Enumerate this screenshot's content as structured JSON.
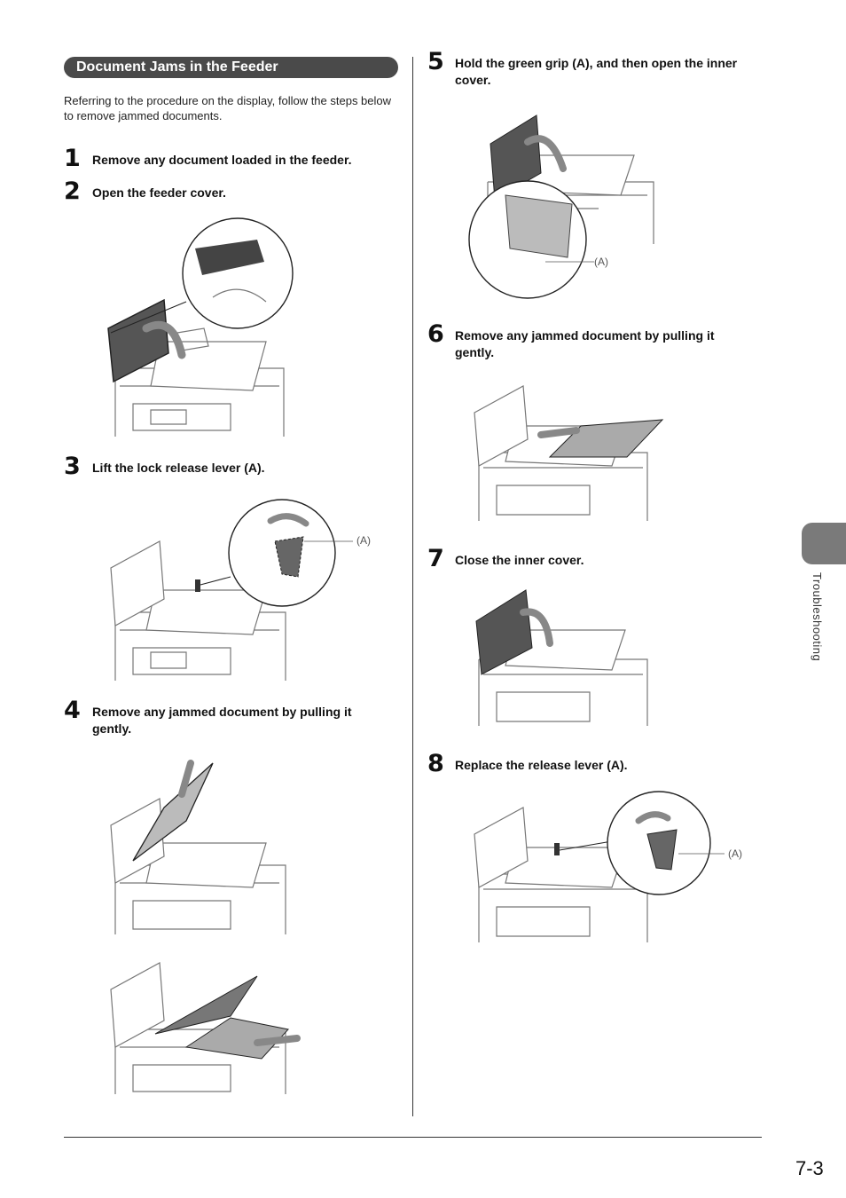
{
  "section": {
    "title": "Document Jams in the Feeder"
  },
  "intro": "Referring to the procedure on the display, follow the steps below to remove jammed documents.",
  "steps": [
    {
      "num": "1",
      "text": "Remove any document loaded in the feeder."
    },
    {
      "num": "2",
      "text": "Open the feeder cover."
    },
    {
      "num": "3",
      "text": "Lift the lock release lever (A)."
    },
    {
      "num": "4",
      "text": "Remove any jammed document by pulling it gently."
    },
    {
      "num": "5",
      "text": "Hold the green grip (A), and then open the inner cover."
    },
    {
      "num": "6",
      "text": "Remove any jammed document by pulling it gently."
    },
    {
      "num": "7",
      "text": "Close the inner cover."
    },
    {
      "num": "8",
      "text": "Replace the release lever (A)."
    }
  ],
  "callouts": {
    "a": "(A)"
  },
  "side_tab": "Troubleshooting",
  "page_number": "7-3"
}
